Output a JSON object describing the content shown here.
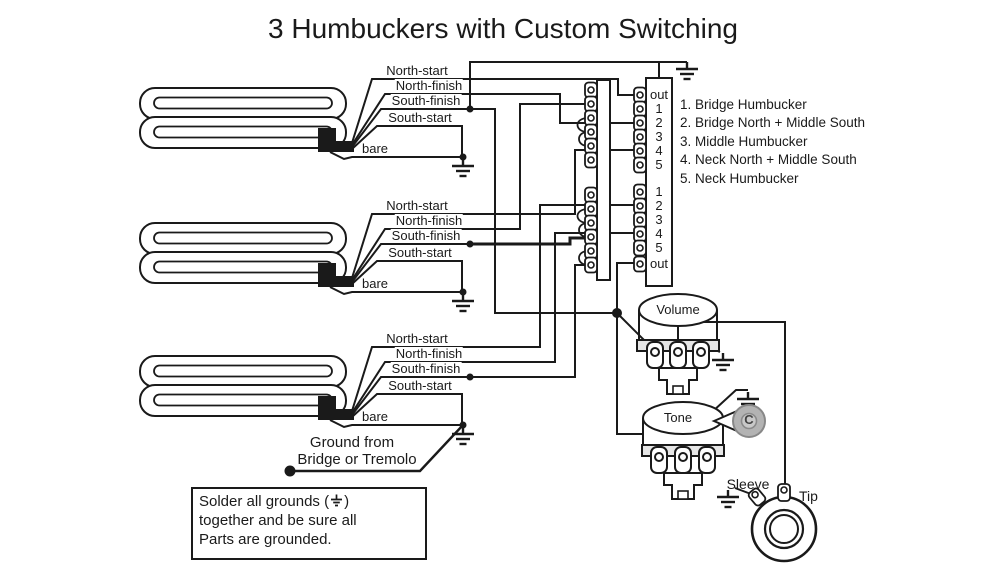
{
  "title": "3 Humbuckers with Custom Switching",
  "wire_labels": {
    "north_start": "North-start",
    "north_finish": "North-finish",
    "south_finish": "South-finish",
    "south_start": "South-start",
    "bare": "bare"
  },
  "switch_positions": [
    "out",
    "1",
    "2",
    "3",
    "4",
    "5",
    "1",
    "2",
    "3",
    "4",
    "5",
    "out"
  ],
  "legend": [
    "1. Bridge Humbucker",
    "2. Bridge North + Middle South",
    "3. Middle Humbucker",
    "4. Neck North + Middle South",
    "5. Neck Humbucker"
  ],
  "controls": {
    "volume": "Volume",
    "tone": "Tone",
    "capacitor": "C"
  },
  "jack": {
    "sleeve": "Sleeve",
    "tip": "Tip"
  },
  "ground_note": {
    "line1": "Ground from",
    "line2": "Bridge or Tremolo"
  },
  "note_box": {
    "line1_prefix": "Solder all grounds (",
    "line1_suffix": ")",
    "line2": "together and be sure all",
    "line3": "Parts are grounded."
  },
  "colors": {
    "ink": "#1a1a1a",
    "capacitor_fill": "#b3b3b3",
    "background": "#ffffff"
  }
}
